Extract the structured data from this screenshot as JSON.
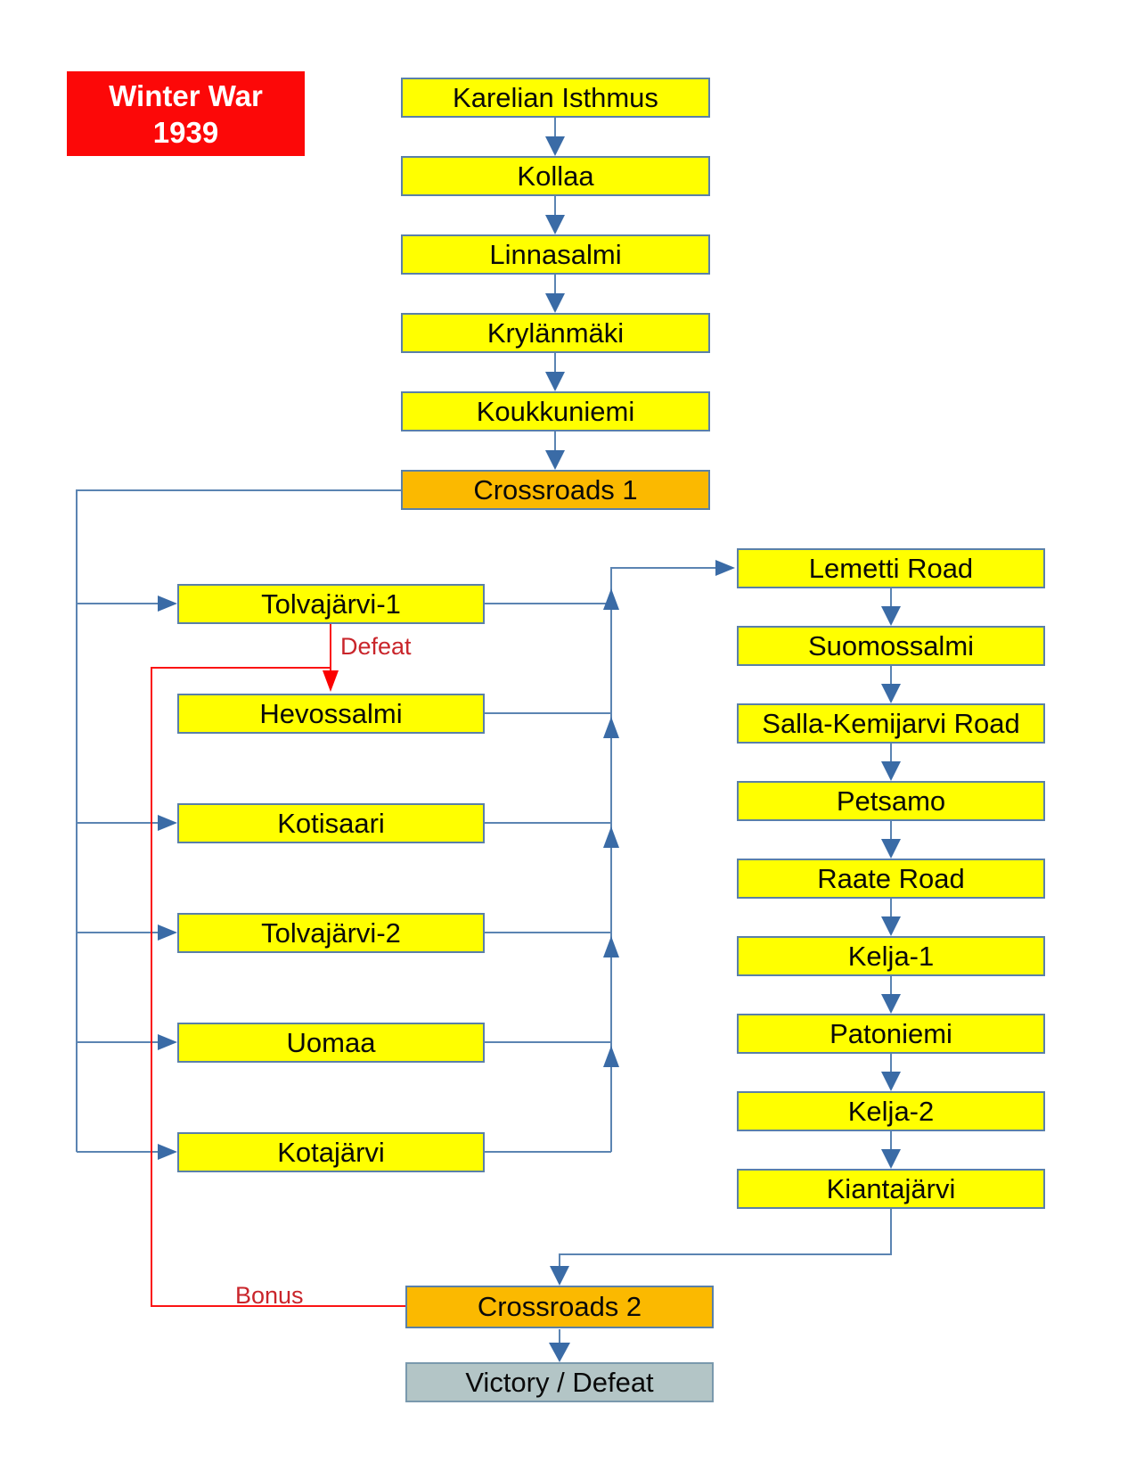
{
  "title": {
    "line1": "Winter War",
    "line2": "1939"
  },
  "nodes": {
    "center": [
      "Karelian Isthmus",
      "Kollaa",
      "Linnasalmi",
      "Krylänmäki",
      "Koukkuniemi"
    ],
    "crossroads1": "Crossroads 1",
    "left": [
      "Tolvajärvi-1",
      "Hevossalmi",
      "Kotisaari",
      "Tolvajärvi-2",
      "Uomaa",
      "Kotajärvi"
    ],
    "right": [
      "Lemetti Road",
      "Suomossalmi",
      "Salla-Kemijarvi Road",
      "Petsamo",
      "Raate Road",
      "Kelja-1",
      "Patoniemi",
      "Kelja-2",
      "Kiantajärvi"
    ],
    "crossroads2": "Crossroads 2",
    "end": "Victory / Defeat"
  },
  "edge_labels": {
    "defeat": "Defeat",
    "bonus": "Bonus"
  },
  "colors": {
    "battle_fill": "#ffff00",
    "crossroads_fill": "#fbb900",
    "end_fill": "#b3c5c6",
    "title_fill": "#fc0808",
    "connector_blue": "#5b84b2",
    "arrowhead_blue": "#3a6ba6",
    "connector_red": "#fb1414",
    "label_red": "#c9252b"
  }
}
